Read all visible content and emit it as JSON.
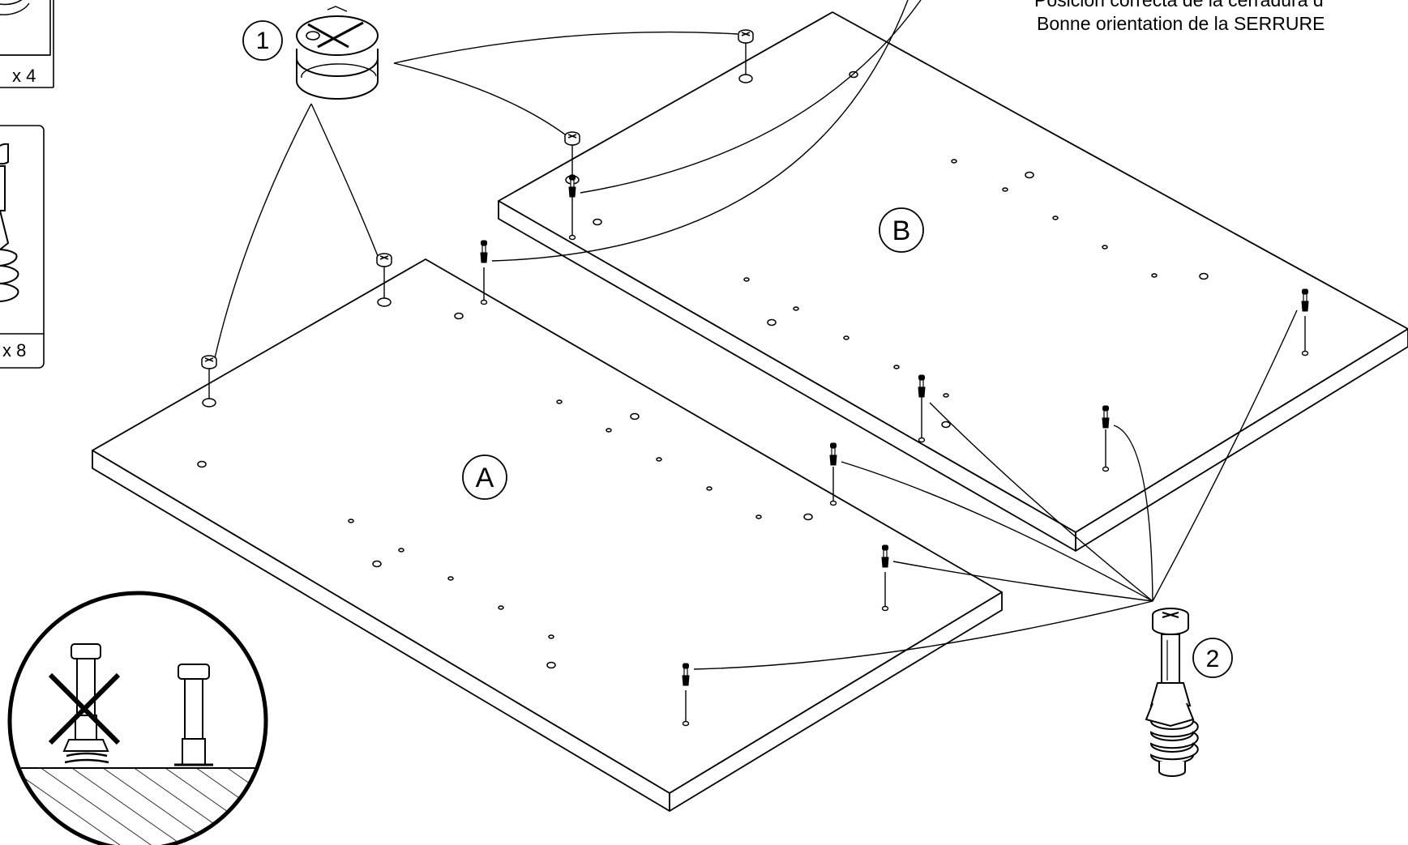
{
  "header": {
    "line1": "Posición correcta de la cerradura d",
    "line2": "Bonne orientation de la SERRURE"
  },
  "counts": {
    "part1_qty": "x 4",
    "part2_qty": "x 8"
  },
  "parts": {
    "part1_number": "1",
    "part2_number": "2"
  },
  "panels": {
    "panel_a": "A",
    "panel_b": "B"
  },
  "colors": {
    "line": "#000000",
    "background": "#ffffff"
  }
}
